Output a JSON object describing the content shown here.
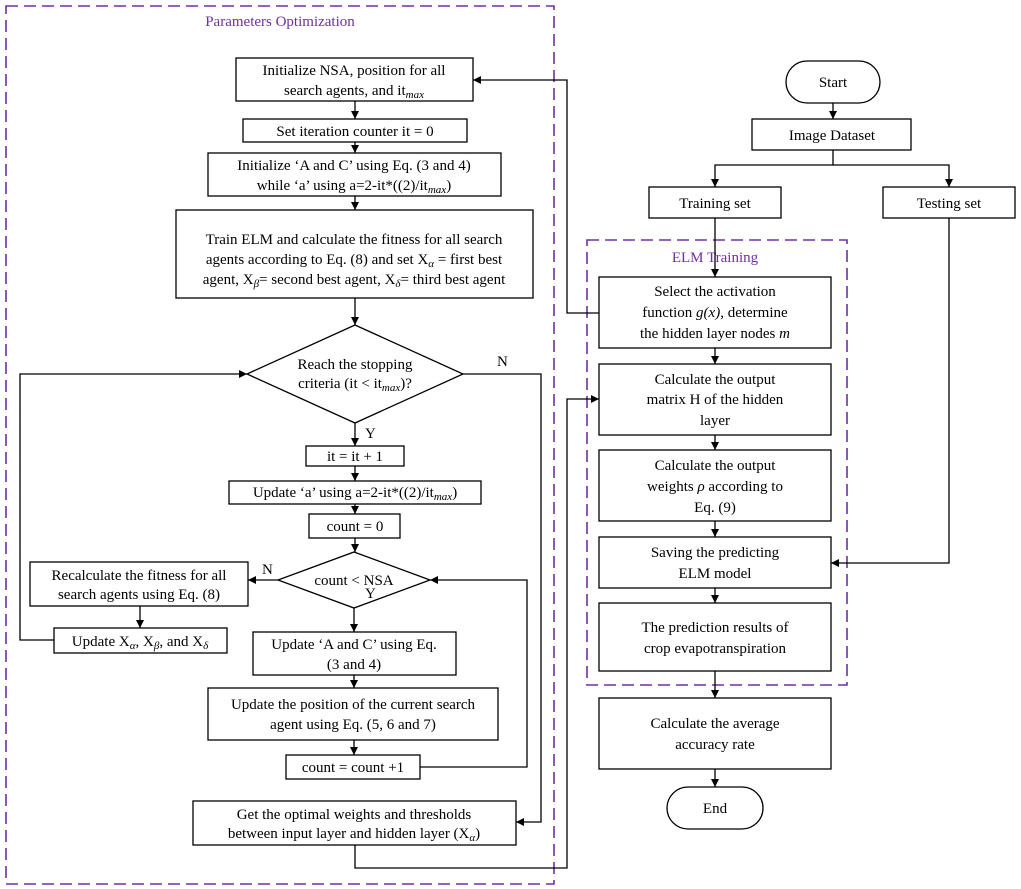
{
  "frames": {
    "params": "Parameters Optimization",
    "elm": "ELM Training"
  },
  "left": {
    "init_nsa": {
      "l1": "Initialize NSA, position for all",
      "l2a": "search agents, and it",
      "l2s": "max"
    },
    "set_counter": "Set iteration counter it = 0",
    "init_ac": {
      "l1": "Initialize ‘A and C’ using Eq. (3 and 4)",
      "l2a": "while ‘a’ using a=2-it*((2)/it",
      "l2s": "max",
      "l2b": ")"
    },
    "train": {
      "l1": "Train ELM and calculate the fitness for all search",
      "l2a": "agents according to Eq. (8) and set X",
      "l2s": "α",
      "l2b": " = first best",
      "l3a": "agent, X",
      "l3s1": "β",
      "l3b": "= second best agent, X",
      "l3s2": "δ",
      "l3c": "= third best agent"
    },
    "stop": {
      "l1": "Reach the stopping",
      "l2a": "criteria (it < it",
      "l2s": "max",
      "l2b": ")?"
    },
    "it_inc": "it = it + 1",
    "update_a": {
      "a": "Update ‘a’ using a=2-it*((2)/it",
      "s": "max",
      "b": ")"
    },
    "count0": "count = 0",
    "count_cmp": "count < NSA",
    "recalc": {
      "l1": "Recalculate the fitness for all",
      "l2": "search agents using Eq. (8)"
    },
    "update_x": {
      "a": "Update X",
      "s1": "α",
      "b": ", X",
      "s2": "β",
      "c": ", and X",
      "s3": "δ"
    },
    "update_ac": {
      "l1": "Update ‘A and C’ using Eq.",
      "l2": "(3 and 4)"
    },
    "update_pos": {
      "l1": "Update the position of the current search",
      "l2": "agent using Eq. (5, 6 and 7)"
    },
    "count_inc": "count = count +1",
    "optimal": {
      "l1": "Get the optimal weights and thresholds",
      "l2a": "between input layer and hidden layer (X",
      "l2s": "α",
      "l2b": ")"
    }
  },
  "right": {
    "start": "Start",
    "dataset": "Image Dataset",
    "training": "Training set",
    "testing": "Testing set",
    "select": {
      "l1": "Select the activation",
      "l2a": "function ",
      "l2i": "g(x)",
      "l2b": ", determine",
      "l3a": "the hidden layer nodes ",
      "l3i": "m"
    },
    "calc_h": {
      "l1": "Calculate the output",
      "l2": "matrix H of the hidden",
      "l3": "layer"
    },
    "calc_w": {
      "l1": "Calculate the output",
      "l2a": "weights ",
      "l2i": "ρ",
      "l2b": " according to",
      "l3": "Eq. (9)"
    },
    "saving": {
      "l1": "Saving the predicting",
      "l2": "ELM model"
    },
    "prediction": {
      "l1": "The prediction results of",
      "l2": "crop evapotranspiration"
    },
    "accuracy": {
      "l1": "Calculate the average",
      "l2": "accuracy rate"
    },
    "end": "End"
  },
  "labels": {
    "yes1": "Y",
    "no1": "N",
    "yes2": "Y",
    "no2": "N"
  }
}
